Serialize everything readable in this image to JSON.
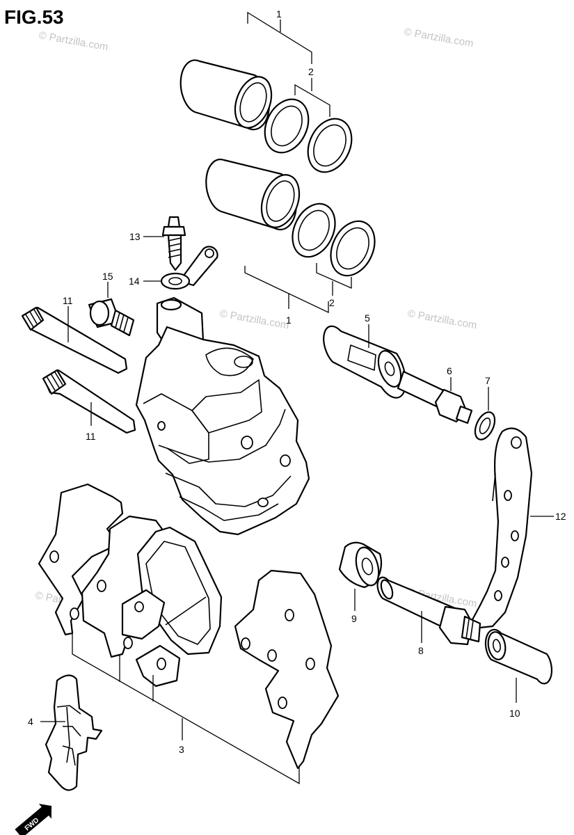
{
  "figure": {
    "title": "FIG.53"
  },
  "watermark": "© Partzilla.com",
  "callouts": {
    "c1a": "1",
    "c1b": "1",
    "c2a": "2",
    "c2b": "2",
    "c3": "3",
    "c4": "4",
    "c5": "5",
    "c6": "6",
    "c7": "7",
    "c8": "8",
    "c9": "9",
    "c10": "10",
    "c11a": "11",
    "c11b": "11",
    "c12": "12",
    "c13": "13",
    "c14": "14",
    "c15": "15"
  },
  "badge": {
    "text": "FWD",
    "icon": "forward-arrow-icon"
  }
}
